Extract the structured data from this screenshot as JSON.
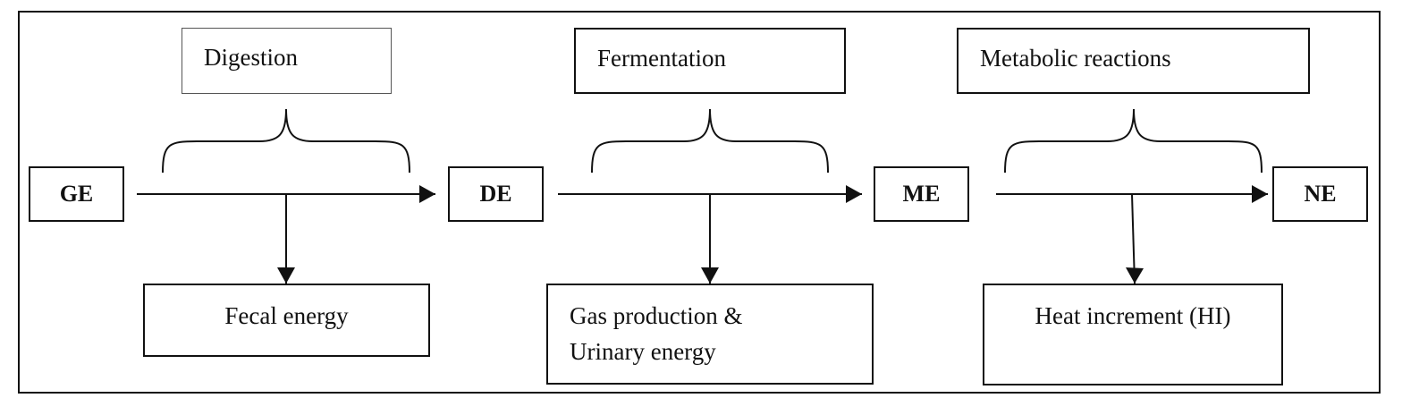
{
  "nodes": {
    "ge": "GE",
    "de": "DE",
    "me": "ME",
    "ne": "NE"
  },
  "processes": {
    "digestion": "Digestion",
    "fermentation": "Fermentation",
    "metabolic": "Metabolic reactions"
  },
  "losses": {
    "fecal": "Fecal energy",
    "gas_line1": "Gas production &",
    "gas_line2": "Urinary energy",
    "heat": "Heat increment (HI)"
  }
}
